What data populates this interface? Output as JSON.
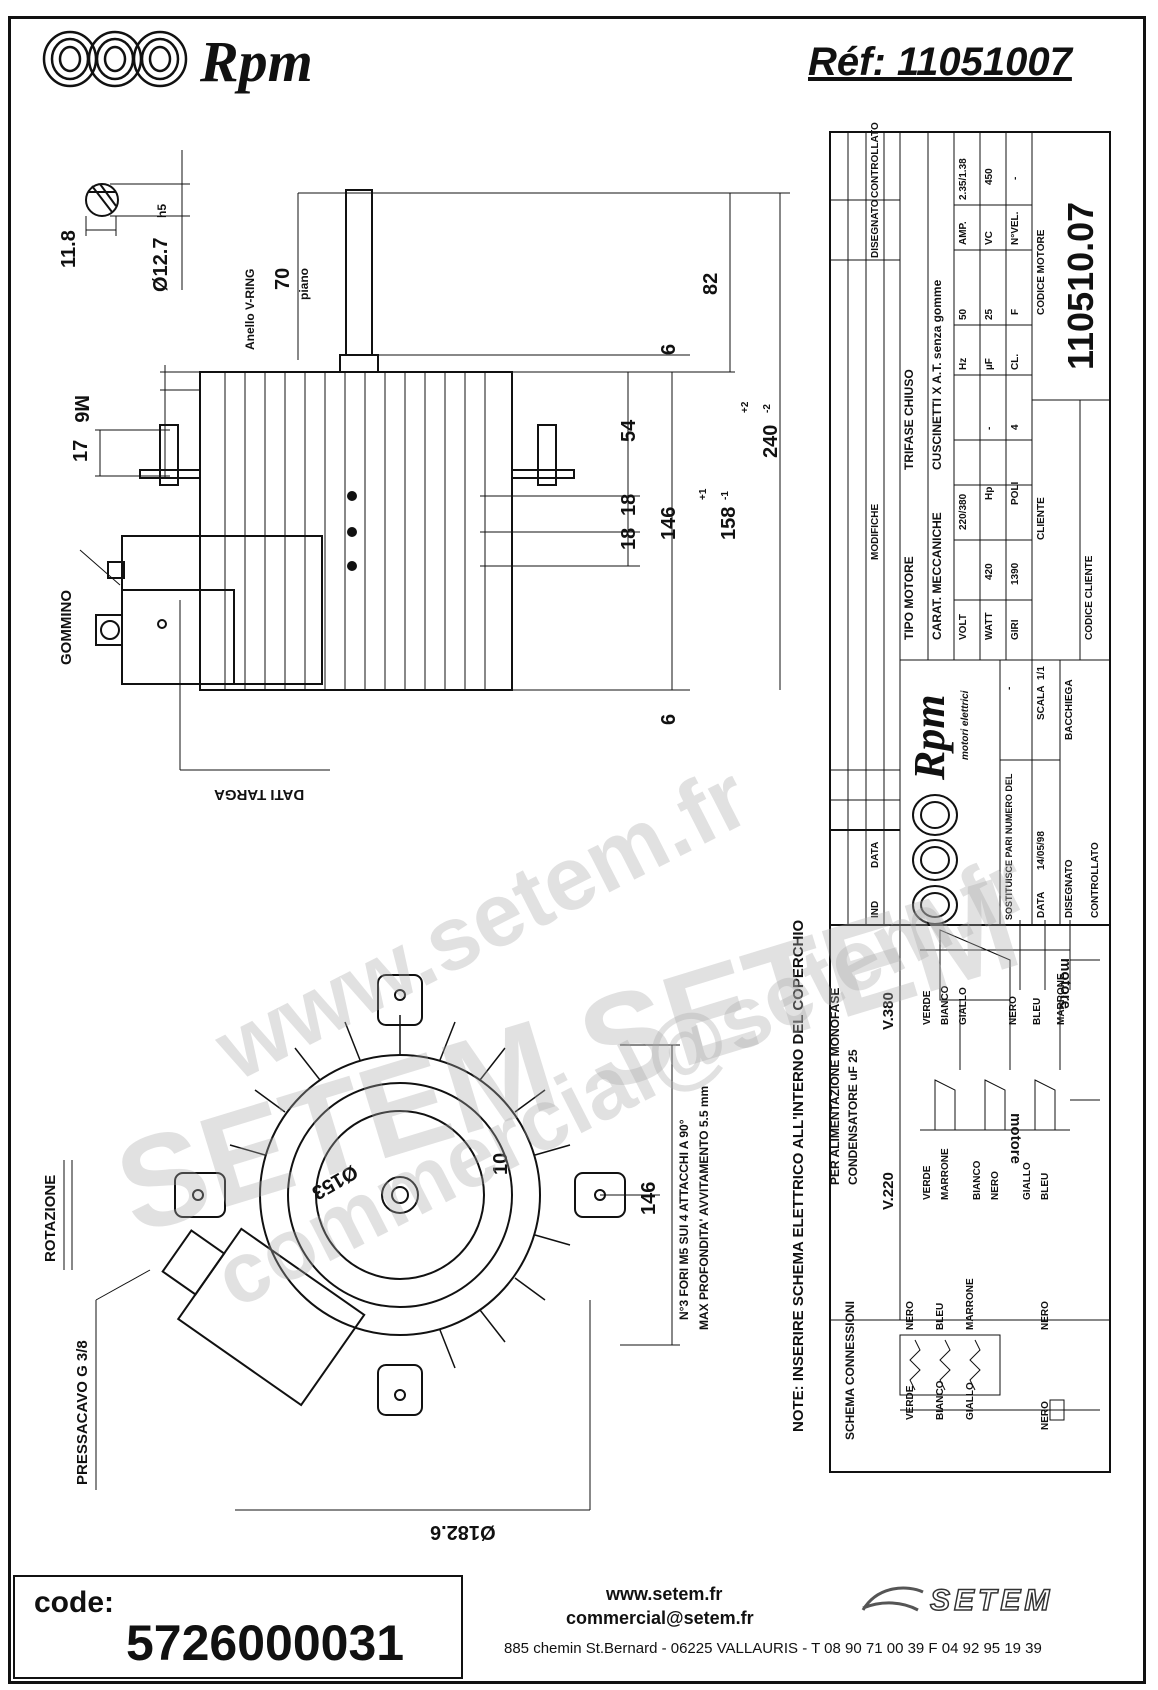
{
  "header": {
    "brand": "Rpm",
    "reference": "Réf:  11051007"
  },
  "drawing": {
    "top_view": {
      "shaft_dia": "Ø12.7",
      "shaft_flat": "11.8",
      "shaft_tol": "h5",
      "len_70": "70",
      "piano": "piano",
      "v_ring": "Anello V-RING",
      "len_82": "82",
      "len_6a": "6",
      "len_240": "240",
      "tol_240_plus": "+2",
      "tol_240_minus": "-2",
      "len_54": "54",
      "len_18a": "18",
      "len_18b": "18",
      "len_146": "146",
      "len_158": "158",
      "tol_158_plus": "+1",
      "tol_158_minus": "-1",
      "len_6b": "6",
      "m6": "M6",
      "len_17": "17",
      "gommino": "GOMMINO",
      "dati_targa": "DATI TARGA"
    },
    "front_view": {
      "rotazione": "ROTAZIONE",
      "pressacavo": "PRESSACAVO G 3/8",
      "dia_153": "Ø153",
      "len_10": "10",
      "len_146": "146",
      "dia_182": "Ø182.6",
      "holes_1": "N°3 FORI M5 SUI 4 ATTACCHI A 90°",
      "holes_2": "MAX PROFONDITA' AVVITAMENTO 5.5 mm"
    },
    "note": "NOTE:   INSERIRE SCHEMA ELETTRICO ALL'INTERNO DEL COPERCHIO"
  },
  "title_block": {
    "rev_headers": [
      "IND",
      "DATA",
      "MODIFICHE",
      "DISEGNATO",
      "CONTROLLATO"
    ],
    "rev_rows": [
      [
        "-",
        "-",
        "-",
        "-"
      ],
      [
        "-",
        "-",
        "-",
        "-"
      ],
      [
        "-",
        "-",
        "-",
        "-"
      ],
      [
        "-",
        "-",
        "-",
        "-"
      ]
    ],
    "tipo_motore_label": "TIPO MOTORE",
    "tipo_motore": "TRIFASE CHIUSO",
    "carat_label": "CARAT. MECCANICHE",
    "carat": "CUSCINETTI X A.T. senza gomme",
    "specs": [
      [
        "VOLT",
        "220/380",
        "Hz",
        "50",
        "AMP.",
        "2.35/1.38"
      ],
      [
        "WATT",
        "420",
        "Hp",
        "-",
        "µF",
        "25",
        "VC",
        "450"
      ],
      [
        "GIRI",
        "1390",
        "POLI",
        "4",
        "CL.",
        "F",
        "N°VEL.",
        "-"
      ]
    ],
    "cliente_label": "CLIENTE",
    "codice_cliente_label": "CODICE CLIENTE",
    "codice_motore_label": "CODICE MOTORE",
    "codice_motore": "110510.07",
    "rpm_brand": "Rpm",
    "rpm_sub": "motori elettrici",
    "sostituisce_label": "SOSTITUISCE PARI NUMERO DEL",
    "sostituisce": "-",
    "data_label": "DATA",
    "data": "14/05/98",
    "scala_label": "SCALA",
    "scala": "1/1",
    "disegnato_label": "DISEGNATO",
    "disegnato": "BACCHIEGA",
    "controllato_label": "CONTROLLATO"
  },
  "schema": {
    "title": "SCHEMA CONNESSIONI",
    "left_wires": [
      "VERDE",
      "BIANCO",
      "GIALLO"
    ],
    "right_wires": [
      "NERO",
      "BLEU",
      "MARRONE"
    ],
    "nero_a": "NERO",
    "nero_b": "NERO",
    "mono_title_1": "PER ALIMENTAZIONE MONOFASE",
    "mono_title_2": "CONDENSATORE uF 25",
    "v220": "V.220",
    "v380": "V.380",
    "v220_wires": [
      "VERDE",
      "MARRONE",
      "BIANCO",
      "NERO",
      "GIALLO",
      "BLEU"
    ],
    "v380_top": [
      "VERDE",
      "BIANCO",
      "GIALLO"
    ],
    "v380_bottom": [
      "NERO",
      "BLEU",
      "MARRONE"
    ],
    "motore": "motore"
  },
  "footer": {
    "code_label": "code:",
    "code": "5726000031",
    "web": "www.setem.fr",
    "email": "commercial@setem.fr",
    "address": "885 chemin St.Bernard  -  06225 VALLAURIS  -   T 08 90 71 00 39   F 04 92 95 19 39",
    "setem_logo": "SETEM"
  },
  "watermark": {
    "web": "www.setem.fr",
    "brand": "SETEM SETEM",
    "email": "commercial@setem.fr"
  }
}
